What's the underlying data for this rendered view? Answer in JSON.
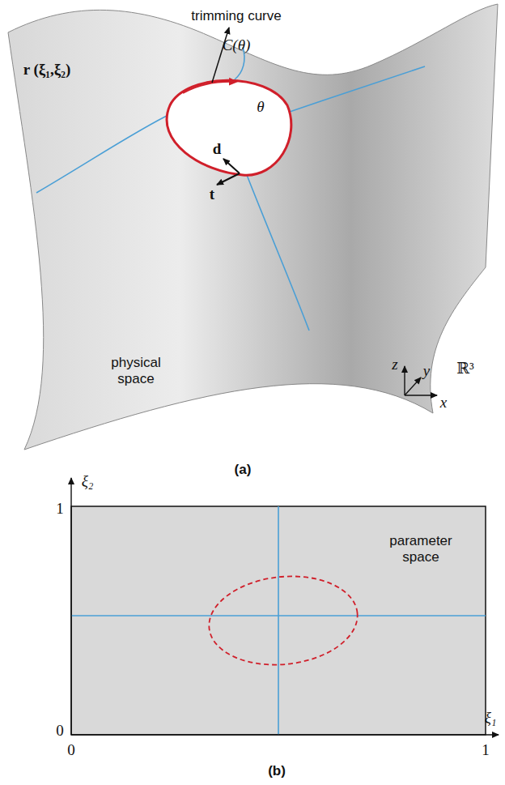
{
  "diagram": {
    "labels": [
      "trimming curve",
      "C(θ)",
      "r (ξ₁,ξ₂)",
      "θ",
      "d",
      "t",
      "physical space",
      "z",
      "y",
      "x",
      "ℝ³",
      "(a)",
      "ξ₂",
      "1",
      "parameter space",
      "0",
      "0",
      "1",
      "ξ₁",
      "(b)"
    ]
  }
}
